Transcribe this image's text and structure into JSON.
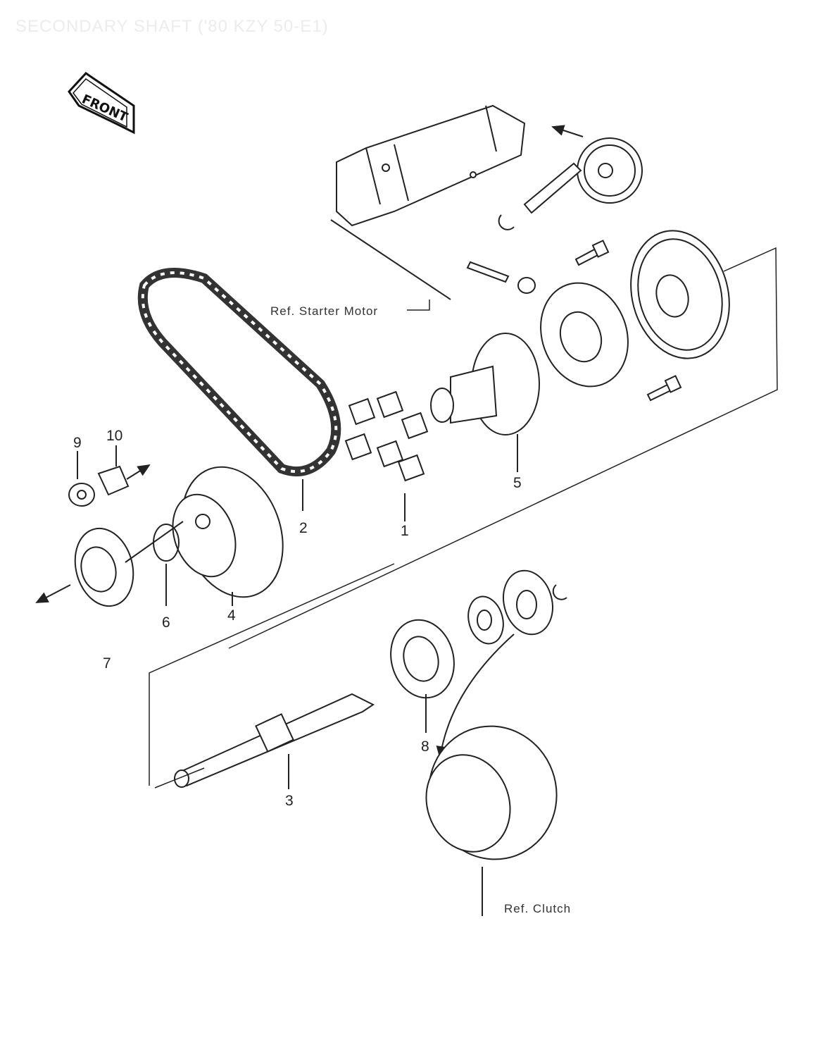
{
  "title": "SECONDARY SHAFT ('80 KZY 50-E1)",
  "front_label": "FRONT",
  "ref_starter": "Ref. Starter Motor",
  "ref_clutch": "Ref. Clutch",
  "parts": [
    "1",
    "2",
    "3",
    "4",
    "5",
    "6",
    "7",
    "8",
    "9",
    "10"
  ]
}
